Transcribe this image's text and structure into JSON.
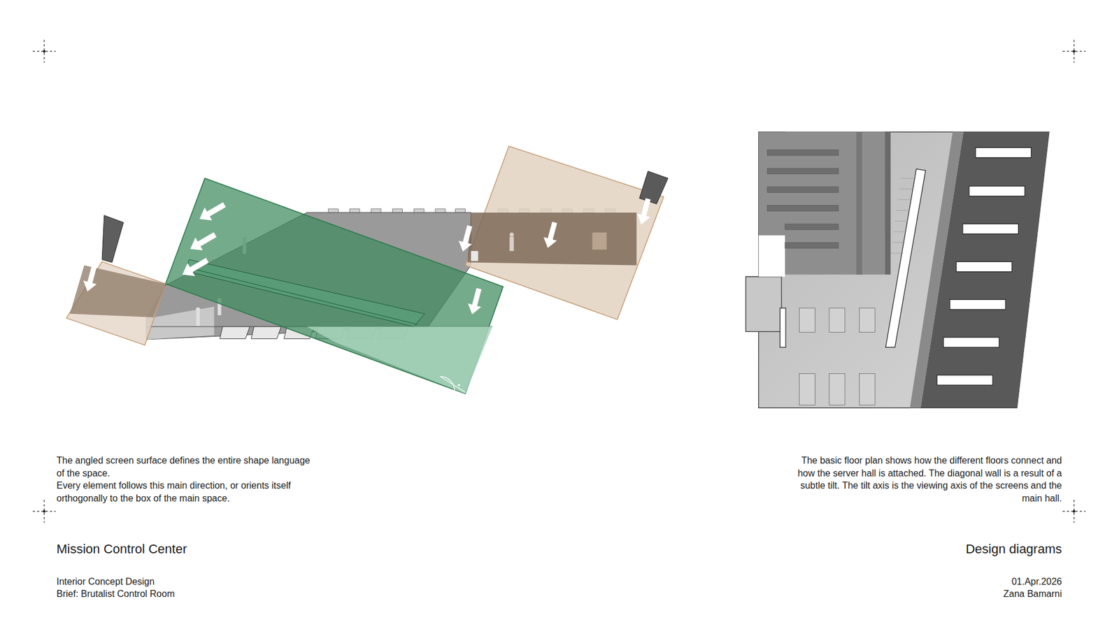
{
  "diagram": {
    "title": "Mission Control Center",
    "labels": [
      "The angled screen surface defines the entire shape language of the space.",
      "Every element follows this main direction, or orients itself orthogonally to the box of the main space.",
      "The basic floor plan shows how the different floors connect and how the server hall is attached. The diagonal wall is a result of a subtle tilt. The tilt axis is the viewing axis of the screens and the main hall.",
      "Interior Concept Design",
      "Brief: Brutalist Control Room",
      "Design diagrams",
      "01.Apr.2026",
      "Zana Bamarni"
    ]
  }
}
